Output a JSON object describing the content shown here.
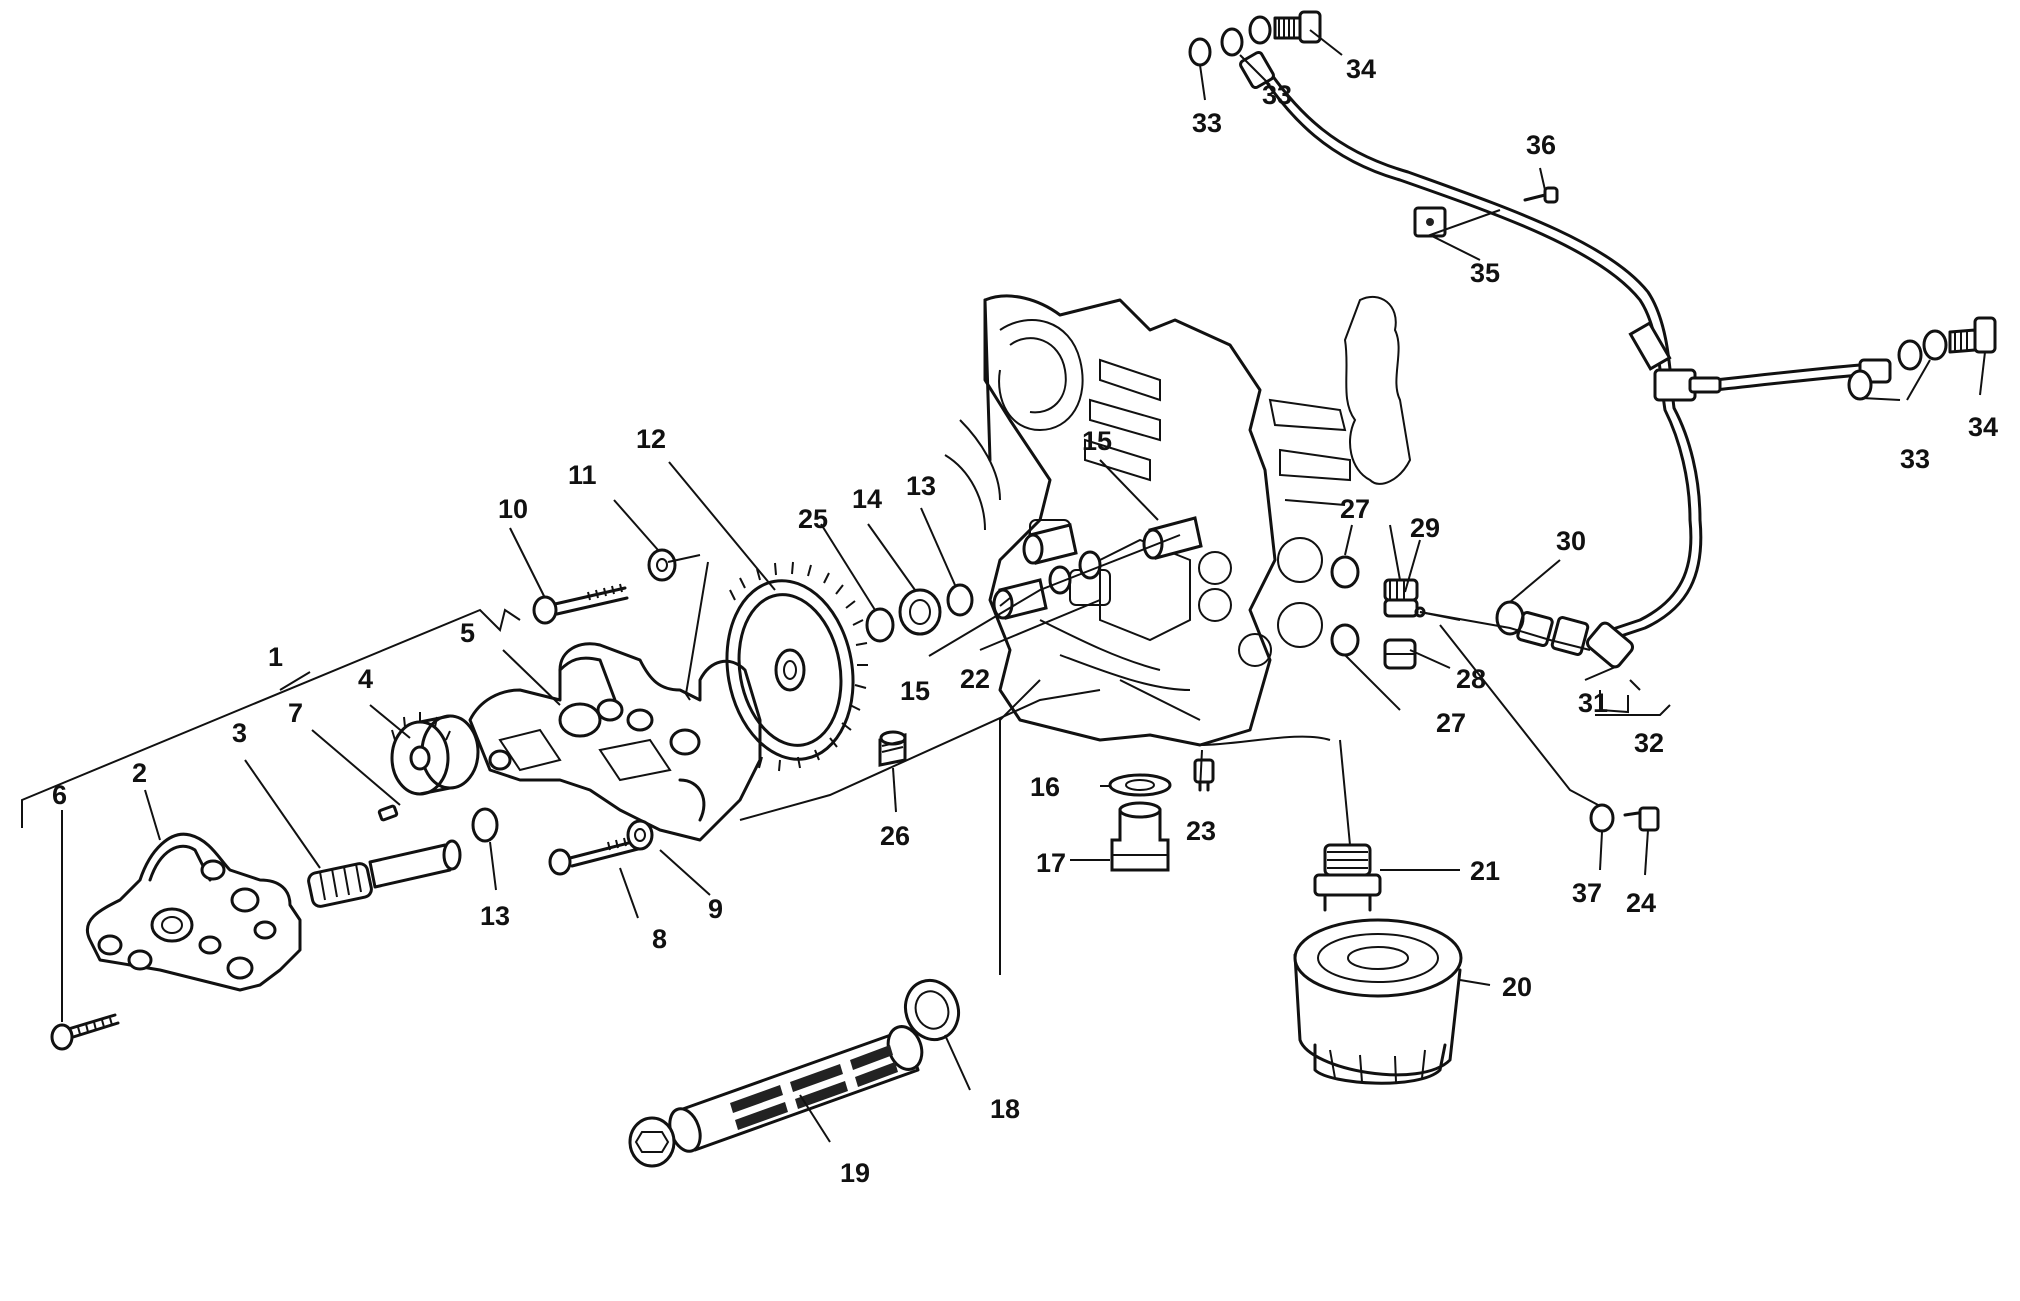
{
  "diagram": {
    "callouts": [
      {
        "id": "c1",
        "text": "1"
      },
      {
        "id": "c2",
        "text": "2"
      },
      {
        "id": "c3",
        "text": "3"
      },
      {
        "id": "c4",
        "text": "4"
      },
      {
        "id": "c5",
        "text": "5"
      },
      {
        "id": "c6",
        "text": "6"
      },
      {
        "id": "c7",
        "text": "7"
      },
      {
        "id": "c8",
        "text": "8"
      },
      {
        "id": "c9",
        "text": "9"
      },
      {
        "id": "c10",
        "text": "10"
      },
      {
        "id": "c11",
        "text": "11"
      },
      {
        "id": "c12",
        "text": "12"
      },
      {
        "id": "c13a",
        "text": "13"
      },
      {
        "id": "c13b",
        "text": "13"
      },
      {
        "id": "c14",
        "text": "14"
      },
      {
        "id": "c15a",
        "text": "15"
      },
      {
        "id": "c15b",
        "text": "15"
      },
      {
        "id": "c16",
        "text": "16"
      },
      {
        "id": "c17",
        "text": "17"
      },
      {
        "id": "c18",
        "text": "18"
      },
      {
        "id": "c19",
        "text": "19"
      },
      {
        "id": "c20",
        "text": "20"
      },
      {
        "id": "c21",
        "text": "21"
      },
      {
        "id": "c22",
        "text": "22"
      },
      {
        "id": "c23",
        "text": "23"
      },
      {
        "id": "c24",
        "text": "24"
      },
      {
        "id": "c25",
        "text": "25"
      },
      {
        "id": "c26",
        "text": "26"
      },
      {
        "id": "c27a",
        "text": "27"
      },
      {
        "id": "c27b",
        "text": "27"
      },
      {
        "id": "c28",
        "text": "28"
      },
      {
        "id": "c29",
        "text": "29"
      },
      {
        "id": "c30",
        "text": "30"
      },
      {
        "id": "c31",
        "text": "31"
      },
      {
        "id": "c32",
        "text": "32"
      },
      {
        "id": "c33a",
        "text": "33"
      },
      {
        "id": "c33b",
        "text": "33"
      },
      {
        "id": "c33c",
        "text": "33"
      },
      {
        "id": "c34a",
        "text": "34"
      },
      {
        "id": "c34b",
        "text": "34"
      },
      {
        "id": "c35",
        "text": "35"
      },
      {
        "id": "c36",
        "text": "36"
      },
      {
        "id": "c37",
        "text": "37"
      }
    ]
  }
}
